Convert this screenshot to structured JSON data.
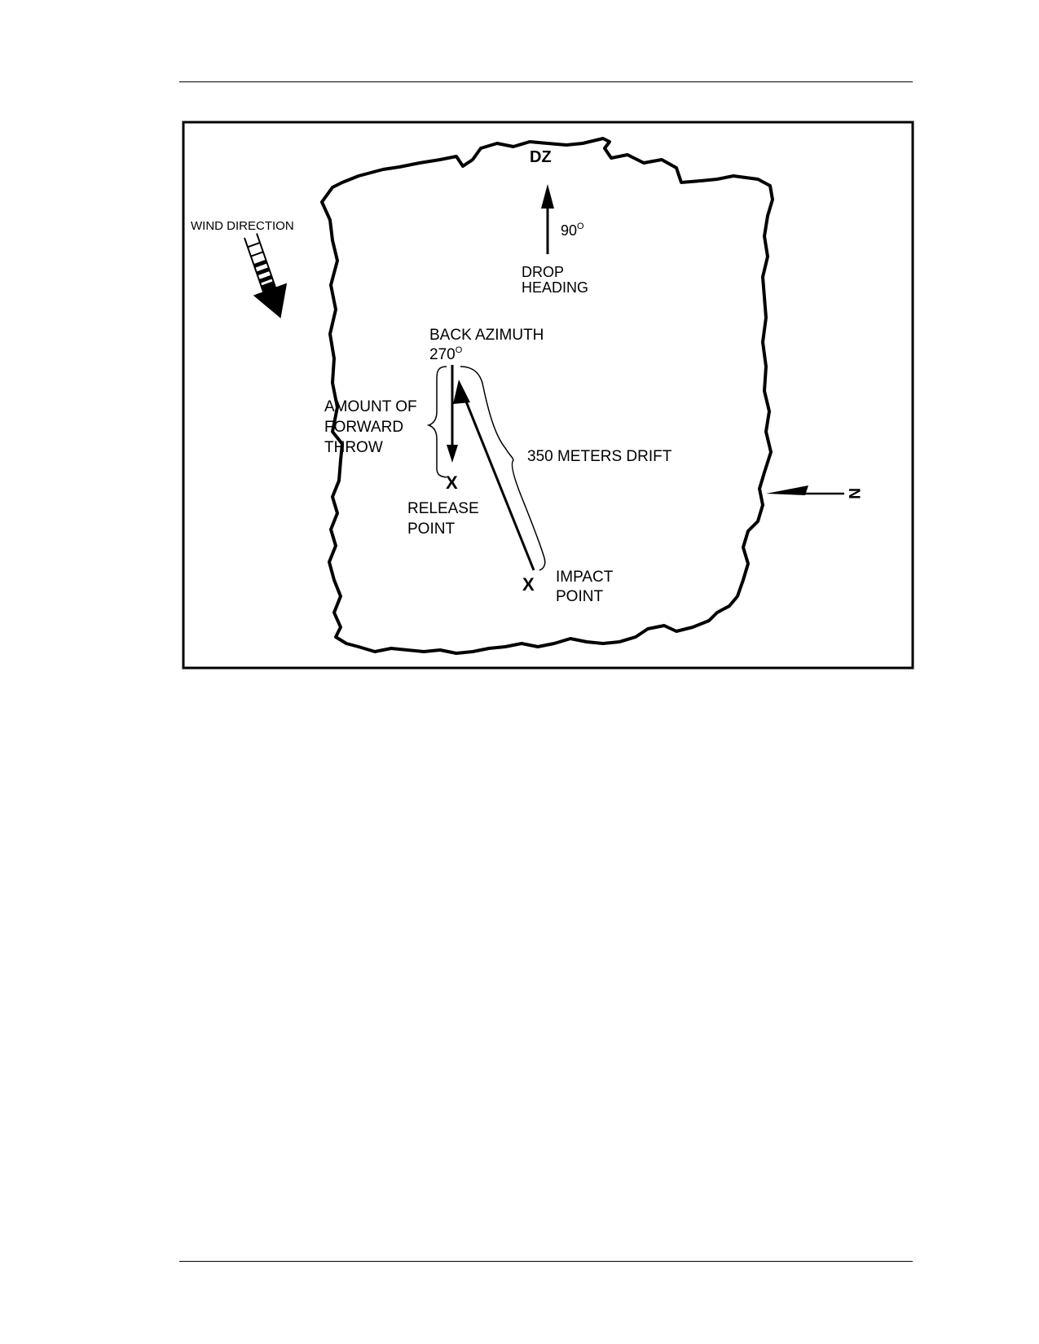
{
  "figure": {
    "dz_label": "DZ",
    "drop_heading_degrees": "90",
    "degree_symbol": "O",
    "drop_heading_label_line1": "DROP",
    "drop_heading_label_line2": "HEADING",
    "wind_direction_label": "WIND DIRECTION",
    "back_azimuth_label": "BACK AZIMUTH",
    "back_azimuth_degrees": "270",
    "forward_throw_line1": "AMOUNT OF",
    "forward_throw_line2": "FORWARD",
    "forward_throw_line3": "THROW",
    "drift_label": "350 METERS DRIFT",
    "release_marker": "X",
    "release_label_line1": "RELEASE",
    "release_label_line2": "POINT",
    "impact_marker": "X",
    "impact_label_line1": "IMPACT",
    "impact_label_line2": "POINT",
    "north_label": "N"
  },
  "icons": {
    "wind_arrow": "wind-direction-arrow-icon",
    "north_arrow": "north-arrow-icon"
  }
}
